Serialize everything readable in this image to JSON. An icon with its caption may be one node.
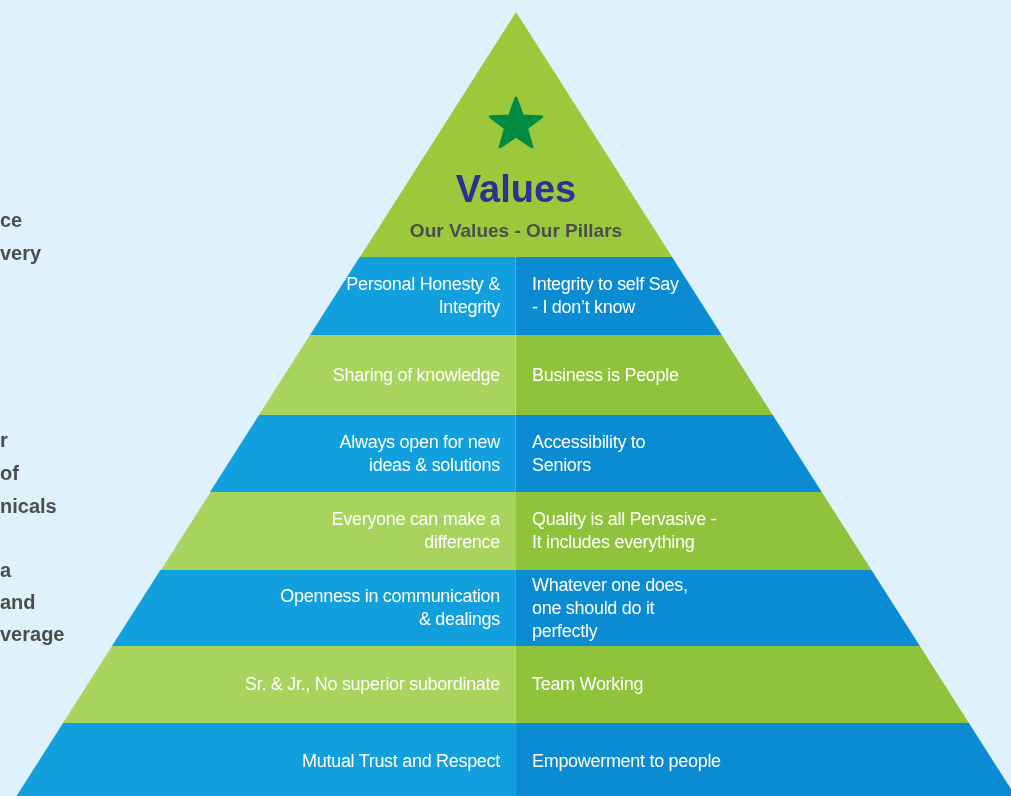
{
  "diagram": {
    "nodes": [
      {
        "text": [
          "Values",
          "Our Values - Our Pillars"
        ]
      },
      {
        "text": [
          "Personal Honesty & Integrity"
        ]
      },
      {
        "text": [
          "Integrity to self Say - I don’t know"
        ]
      },
      {
        "text": [
          "Sharing of knowledge"
        ]
      },
      {
        "text": [
          "Business is People"
        ]
      },
      {
        "text": [
          "Always open for new ideas & solutions"
        ]
      },
      {
        "text": [
          "Accessibility to Seniors"
        ]
      },
      {
        "text": [
          "Everyone can make a difference"
        ]
      },
      {
        "text": [
          "Quality is all Pervasive - It includes everything"
        ]
      },
      {
        "text": [
          "Openness in communication & dealings"
        ]
      },
      {
        "text": [
          "Whatever one does, one should do it perfectly"
        ]
      },
      {
        "text": [
          "Sr. & Jr., No superior subordinate"
        ]
      },
      {
        "text": [
          "Team Working"
        ]
      },
      {
        "text": [
          "Mutual Trust and Respect"
        ]
      },
      {
        "text": [
          "Empowerment to people"
        ]
      }
    ],
    "labels": [
      "ce",
      "very",
      "r",
      "of",
      "nicals",
      "a",
      "and",
      "verage"
    ]
  }
}
